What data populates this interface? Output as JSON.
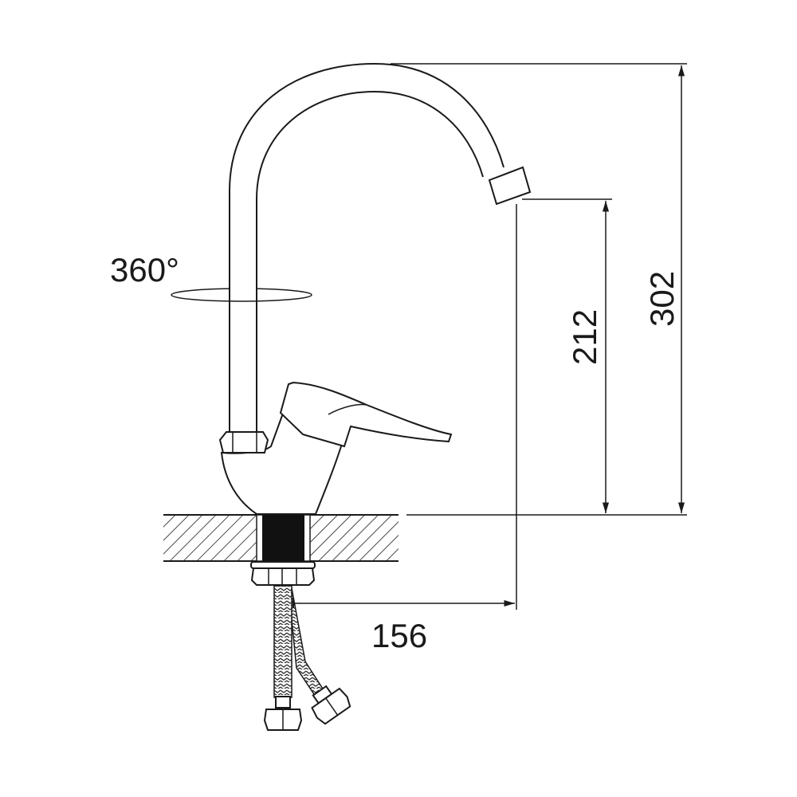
{
  "drawing": {
    "rotation_label": "360°",
    "dimensions": {
      "spout_height": "212",
      "total_height": "302",
      "spout_reach": "156"
    }
  },
  "colors": {
    "line": "#1a1a1a",
    "background": "#ffffff"
  }
}
